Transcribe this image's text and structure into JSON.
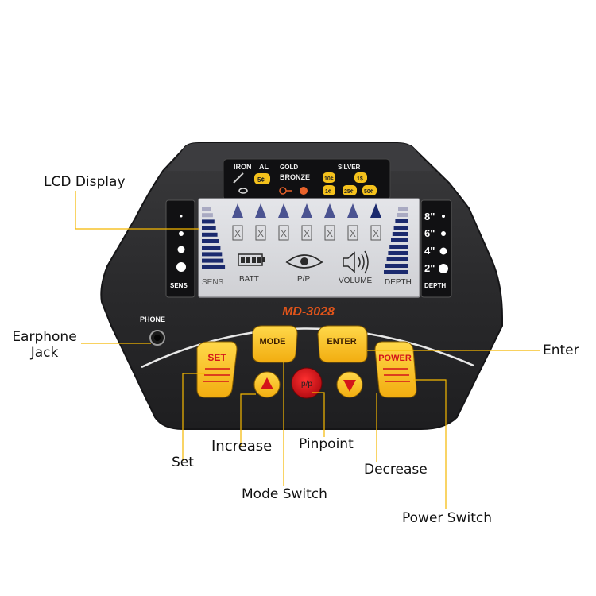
{
  "device": {
    "model": "MD-3028",
    "phone_label": "PHONE",
    "colors": {
      "body": "#2b2b2d",
      "lcd": "#d9dade",
      "segment": "#1b2a6e",
      "button_yellow": "#f7c31e",
      "button_red": "#d4141a",
      "model_text": "#e0541a",
      "arc": "#e8e8e8"
    }
  },
  "target_panel": {
    "labels": {
      "iron": "IRON",
      "al": "AL",
      "gold": "GOLD",
      "silver": "SILVER",
      "bronze": "BRONZE"
    },
    "coins": {
      "five_c": "5¢",
      "ten_c": "10¢",
      "dollar": "1$",
      "one_c": "1¢",
      "twenty_five_c": "25¢",
      "fifty_c": "50¢"
    },
    "icons": [
      "nail-icon",
      "ring-icon",
      "key-icon",
      "coin-icon"
    ]
  },
  "lcd": {
    "labels": {
      "sens": "SENS",
      "batt": "BATT",
      "pp": "P/P",
      "volume": "VOLUME",
      "depth": "DEPTH"
    },
    "category_count": 7,
    "mark": "X"
  },
  "side_panels": {
    "left_label": "SENS",
    "right_label": "DEPTH",
    "depth_marks": [
      "8\"",
      "6\"",
      "4\"",
      "2\""
    ]
  },
  "buttons": {
    "set": "SET",
    "mode": "MODE",
    "enter": "ENTER",
    "power": "POWER",
    "pinpoint": "p/p"
  },
  "callouts": {
    "lcd_display": "LCD Display",
    "earphone_jack": "Earphone\nJack",
    "enter": "Enter",
    "set": "Set",
    "increase": "Increase",
    "pinpoint": "Pinpoint",
    "decrease": "Decrease",
    "mode_switch": "Mode Switch",
    "power_switch": "Power Switch"
  }
}
